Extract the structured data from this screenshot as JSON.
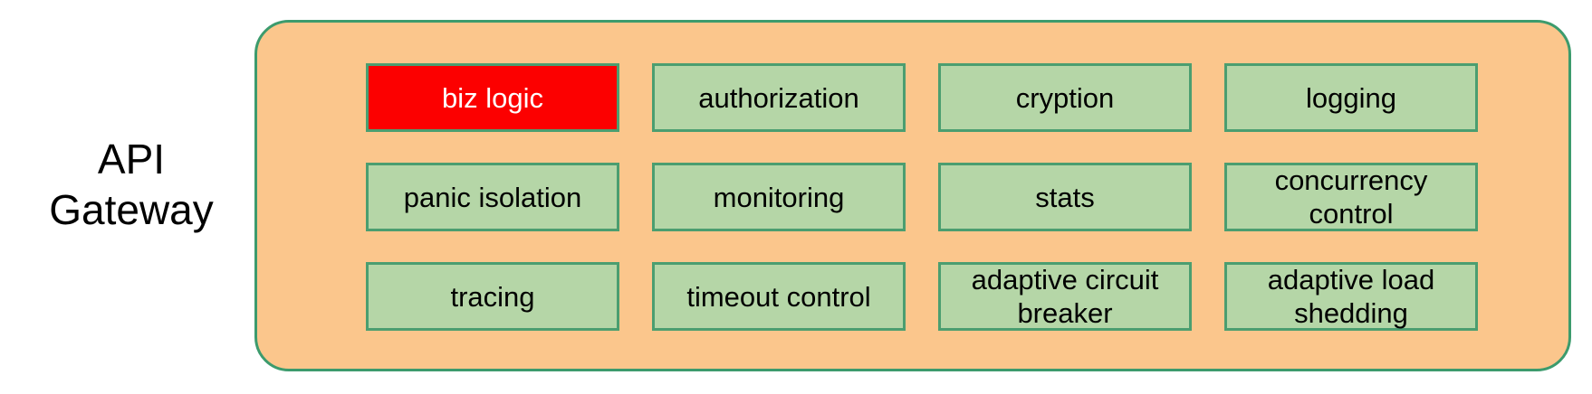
{
  "diagram": {
    "side_label": "API\nGateway",
    "container": {
      "name": "api-gateway-container",
      "fill_color": "#FBC68C",
      "border_color": "#3C9B6D"
    },
    "box_style": {
      "fill_color": "#B5D6A7",
      "border_color": "#4B9E70",
      "text_color": "#000000",
      "highlight_fill_color": "#FC0000",
      "highlight_text_color": "#FFFFFF"
    },
    "rows": [
      [
        {
          "label": "biz logic",
          "highlighted": true
        },
        {
          "label": "authorization",
          "highlighted": false
        },
        {
          "label": "cryption",
          "highlighted": false
        },
        {
          "label": "logging",
          "highlighted": false
        }
      ],
      [
        {
          "label": "panic isolation",
          "highlighted": false
        },
        {
          "label": "monitoring",
          "highlighted": false
        },
        {
          "label": "stats",
          "highlighted": false
        },
        {
          "label": "concurrency\ncontrol",
          "highlighted": false
        }
      ],
      [
        {
          "label": "tracing",
          "highlighted": false
        },
        {
          "label": "timeout control",
          "highlighted": false
        },
        {
          "label": "adaptive circuit\nbreaker",
          "highlighted": false
        },
        {
          "label": "adaptive load\nshedding",
          "highlighted": false
        }
      ]
    ]
  }
}
